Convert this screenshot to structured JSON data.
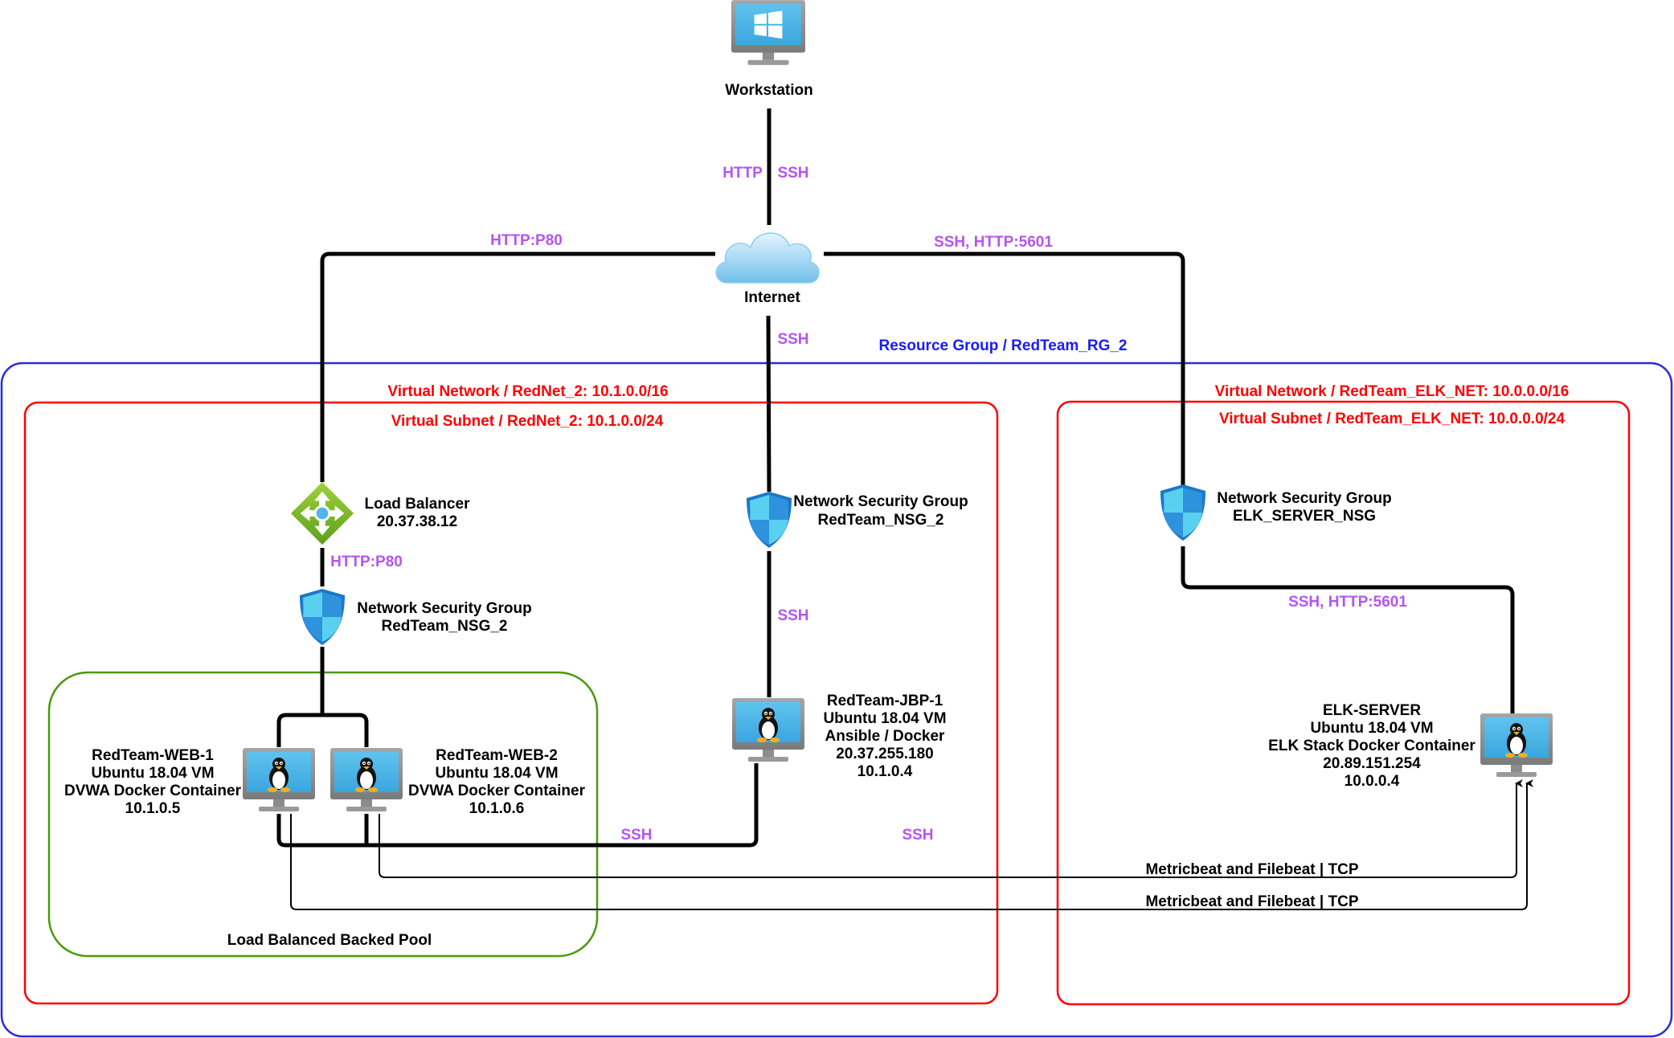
{
  "colors": {
    "resource_group": "#2b2bdb",
    "virtual_network": "#ff0000",
    "backend_pool": "#4a9a0a",
    "protocol_label": "#b455f2",
    "connection_line": "#000000",
    "monitor_screen": "#52b5e5",
    "monitor_frame": "#8c8c8c",
    "shield_dark": "#1a78c8",
    "shield_light": "#5ad0f0",
    "load_balancer": "#7dbb2a"
  },
  "icons": {
    "workstation": "windows-monitor-icon",
    "internet": "cloud-icon",
    "load_balancer": "load-balancer-icon",
    "nsg": "shield-icon",
    "vm": "linux-monitor-icon"
  },
  "workstation": {
    "label": "Workstation"
  },
  "internet": {
    "label": "Internet"
  },
  "protocols": {
    "ws_http": "HTTP",
    "ws_ssh": "SSH",
    "internet_lb": "HTTP:P80",
    "internet_elk": "SSH, HTTP:5601",
    "internet_jump": "SSH",
    "lb_nsg": "HTTP:P80",
    "nsg_jump": "SSH",
    "jump_web": "SSH",
    "jump_elk": "SSH",
    "nsg_elk": "SSH, HTTP:5601"
  },
  "resource_group": {
    "label": "Resource Group / RedTeam_RG_2"
  },
  "vnet_red": {
    "network": "Virtual Network / RedNet_2: 10.1.0.0/16",
    "subnet": "Virtual Subnet / RedNet_2: 10.1.0.0/24"
  },
  "vnet_elk": {
    "network": "Virtual Network / RedTeam_ELK_NET: 10.0.0.0/16",
    "subnet": "Virtual Subnet / RedTeam_ELK_NET: 10.0.0.0/24"
  },
  "load_balancer": {
    "name": "Load Balancer",
    "ip": "20.37.38.12"
  },
  "nsg_web": {
    "title": "Network Security Group",
    "name": "RedTeam_NSG_2"
  },
  "nsg_jump": {
    "title": "Network Security Group",
    "name": "RedTeam_NSG_2"
  },
  "nsg_elk": {
    "title": "Network Security Group",
    "name": "ELK_SERVER_NSG"
  },
  "backend_pool": {
    "label": "Load Balanced Backed Pool"
  },
  "web1": {
    "name": "RedTeam-WEB-1",
    "os": "Ubuntu 18.04 VM",
    "role": "DVWA Docker Container",
    "ip": "10.1.0.5"
  },
  "web2": {
    "name": "RedTeam-WEB-2",
    "os": "Ubuntu 18.04 VM",
    "role": "DVWA Docker Container",
    "ip": "10.1.0.6"
  },
  "jump": {
    "name": "RedTeam-JBP-1",
    "os": "Ubuntu 18.04 VM",
    "role": "Ansible / Docker",
    "public_ip": "20.37.255.180",
    "ip": "10.1.0.4"
  },
  "elk": {
    "name": "ELK-SERVER",
    "os": "Ubuntu 18.04 VM",
    "role": "ELK Stack Docker Container",
    "public_ip": "20.89.151.254",
    "ip": "10.0.0.4"
  },
  "beats": {
    "web2_elk": "Metricbeat and Filebeat | TCP",
    "web1_elk": "Metricbeat and Filebeat | TCP"
  }
}
